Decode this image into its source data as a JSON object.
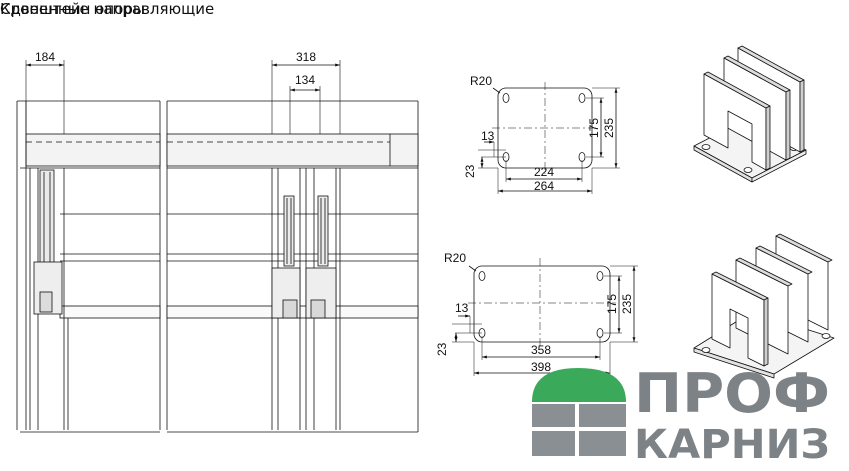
{
  "headings": {
    "guides": "Сдвоенные направляющие",
    "bracket": "Кронштейн опоры"
  },
  "guides_dims": {
    "d184": "184",
    "d318": "318",
    "d134": "134"
  },
  "bracket_small": {
    "radius": "R20",
    "hole_offset": "13",
    "edge_offset": "23",
    "width_inner": "224",
    "width_outer": "264",
    "height_inner": "175",
    "height_outer": "235"
  },
  "bracket_large": {
    "radius": "R20",
    "hole_offset": "13",
    "edge_offset": "23",
    "width_inner": "358",
    "width_outer": "398",
    "height_inner": "175",
    "height_outer": "235"
  },
  "logo": {
    "line1": "ПРОФ",
    "line2": "КАРНИЗ",
    "green": "#3aaa5a",
    "gray": "#7d8287"
  }
}
